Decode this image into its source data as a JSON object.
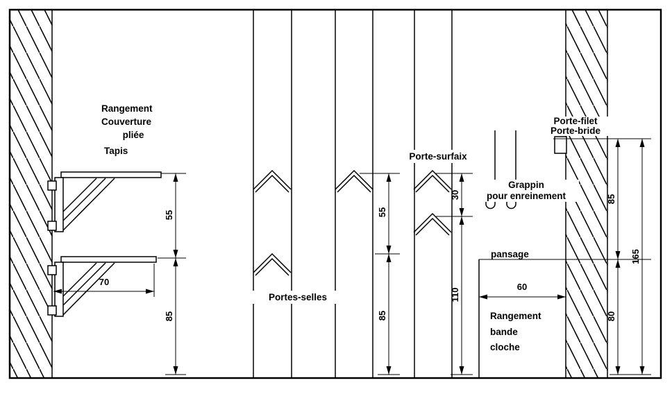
{
  "diagram": {
    "background": "#ffffff",
    "line_color": "#000000",
    "labels": {
      "storage_line1": "Rangement",
      "storage_line2": "Couverture",
      "storage_line3": "pliée",
      "tapis": "Tapis",
      "porte_surfaix": "Porte-surfaix",
      "porte_filet": "Porte-filet",
      "porte_bride": "Porte-bride",
      "grappin_line1": "Grappin",
      "grappin_line2": "pour enreinement",
      "pansage": "pansage",
      "portes_selles": "Portes-selles",
      "bande_line1": "Rangement",
      "bande_line2": "bande",
      "bande_line3": "cloche"
    },
    "dimensions": {
      "shelf_spacing_55": "55",
      "shelf_lower_85": "85",
      "shelf_depth_70": "70",
      "rack_spacing_55": "55",
      "rack_lower_85": "85",
      "surfaix_spacing_30": "30",
      "surfaix_lower_110": "110",
      "right_upper_85": "85",
      "right_lower_80": "80",
      "right_total_165": "165",
      "pansage_width_60": "60"
    }
  }
}
